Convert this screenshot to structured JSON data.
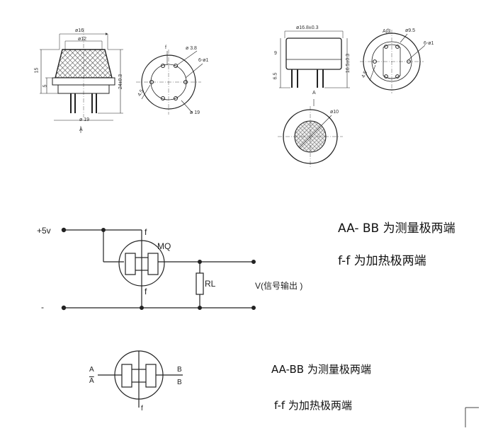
{
  "drawings": {
    "left_side": {
      "outer_dia": "ø16",
      "inner_dia": "ø12",
      "height_left": "15",
      "step": "5",
      "total_height": "24±0.3",
      "bottom_dia": "ø 19",
      "datum": "A"
    },
    "left_bottom": {
      "pin_f": "f",
      "hole_small": "ø 3.8",
      "holes": "6-ø1",
      "pitch": "4.5",
      "bottom_dia": "ø 19"
    },
    "right_side": {
      "body_dia": "ø16.8±0.3",
      "h9": "9",
      "h65": "6.5",
      "h165": "16.5±0.3",
      "datum": "A"
    },
    "right_bottom": {
      "datum": "A向",
      "dia": "ø9.5",
      "holes": "6-ø1",
      "pitch": "4.5"
    },
    "right_top": {
      "dia": "ø10"
    }
  },
  "circuit": {
    "supply": "+5v",
    "ground": "-",
    "heater_top": "f",
    "heater_bottom": "f",
    "sensor": "MQ",
    "resistor": "RL",
    "output": "V(信号输出 )"
  },
  "notes": {
    "line1": "AA- BB 为测量极两端",
    "line2": "f-f   为加热极两端"
  },
  "pinout": {
    "a_top": "A",
    "a_bottom": "A",
    "b_top": "B",
    "b_bottom": "B",
    "f_bottom": "f",
    "line1": "AA-BB 为测量极两端",
    "line2": "f-f   为加热极两端"
  }
}
